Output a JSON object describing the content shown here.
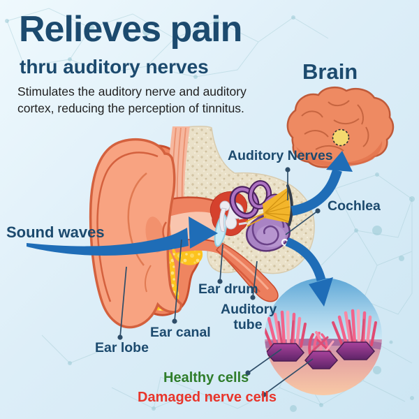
{
  "colors": {
    "navy": "#1c4a6e",
    "body_text": "#1f1f1f",
    "arrow_blue": "#1f6db7",
    "healthy_green": "#2f7d2b",
    "damaged_red": "#e8352b",
    "skin_coral": "#f8a381",
    "skin_outline": "#d4613e",
    "fat_yellow": "#fcc31e",
    "bone_beige": "#eae1c9",
    "inner_ear_purple": "#ad72c2",
    "cochlea_purple": "#a983c4",
    "nerve_gold": "#f3b52b",
    "brain_coral": "#ee8a62",
    "cortex_spot_yellow": "#f4d96e",
    "leader_line": "#2e4d68",
    "background_top": "#eff9fd",
    "background_bottom": "#cde6f3"
  },
  "header": {
    "title": "Relieves pain",
    "subtitle": "thru auditory nerves",
    "description": "Stimulates the auditory nerve and auditory cortex, reducing the perception of tinnitus."
  },
  "diagram": {
    "brain": "Brain",
    "sound_waves": "Sound waves",
    "auditory_nerves": "Auditory Nerves",
    "cochlea": "Cochlea",
    "ear_drum": "Ear drum",
    "auditory_tube": "Auditory tube",
    "ear_canal": "Ear canal",
    "ear_lobe": "Ear lobe"
  },
  "inset": {
    "healthy": "Healthy cells",
    "damaged": "Damaged nerve cells"
  }
}
